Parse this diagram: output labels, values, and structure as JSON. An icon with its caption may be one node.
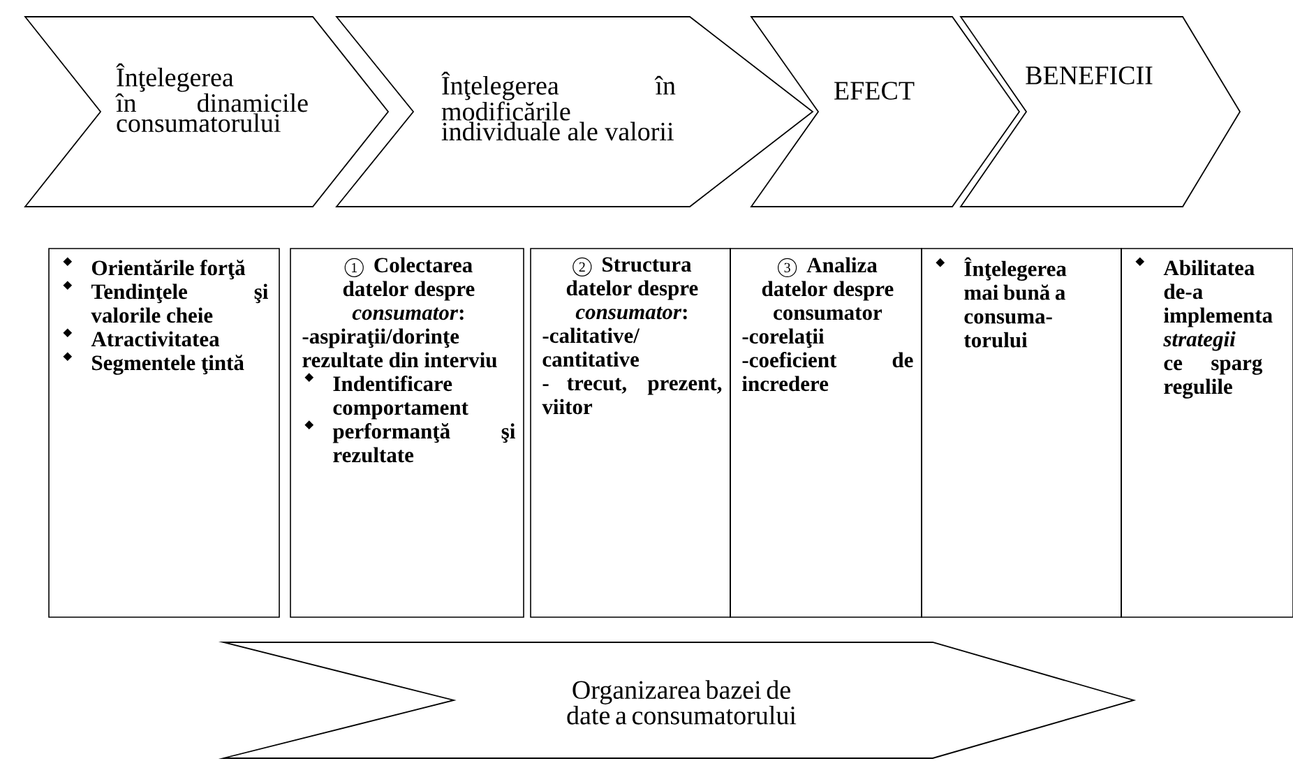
{
  "diagram": {
    "nodes": [
      {
        "text": [
          "Înţelegerea în dinamicile consumatorului"
        ]
      },
      {
        "text": [
          "Înţelegerea în modificările individuale ale valorii"
        ]
      },
      {
        "text": [
          "EFECT"
        ]
      },
      {
        "text": [
          "BENEFICII"
        ]
      },
      {
        "text": [
          "Orientările forţă",
          "Tendinţele şi valorile cheie",
          "Atractivitatea",
          "Segmentele ţintă"
        ]
      },
      {
        "text": [
          "1",
          "Colectarea datelor despre *consumator*:",
          "-aspiraţii/dorinţe rezultate din interviu",
          "Indentificare comportament",
          "performanţă şi rezultate"
        ]
      },
      {
        "text": [
          "2",
          "Structura datelor despre *consumator*:",
          "-calitative/ cantitative",
          "- trecut, prezent, viitor"
        ]
      },
      {
        "text": [
          "3",
          "Analiza datelor despre consumator",
          "-corelaţii",
          "-coeficient de incredere"
        ]
      },
      {
        "text": [
          "Înţelegerea mai bună a consuma-torului"
        ]
      },
      {
        "text": [
          "Abilitatea de-a implementa *strategii* ce sparg regulile"
        ]
      },
      {
        "text": [
          "Organizarea bazei de date a consumatorului"
        ]
      }
    ]
  }
}
